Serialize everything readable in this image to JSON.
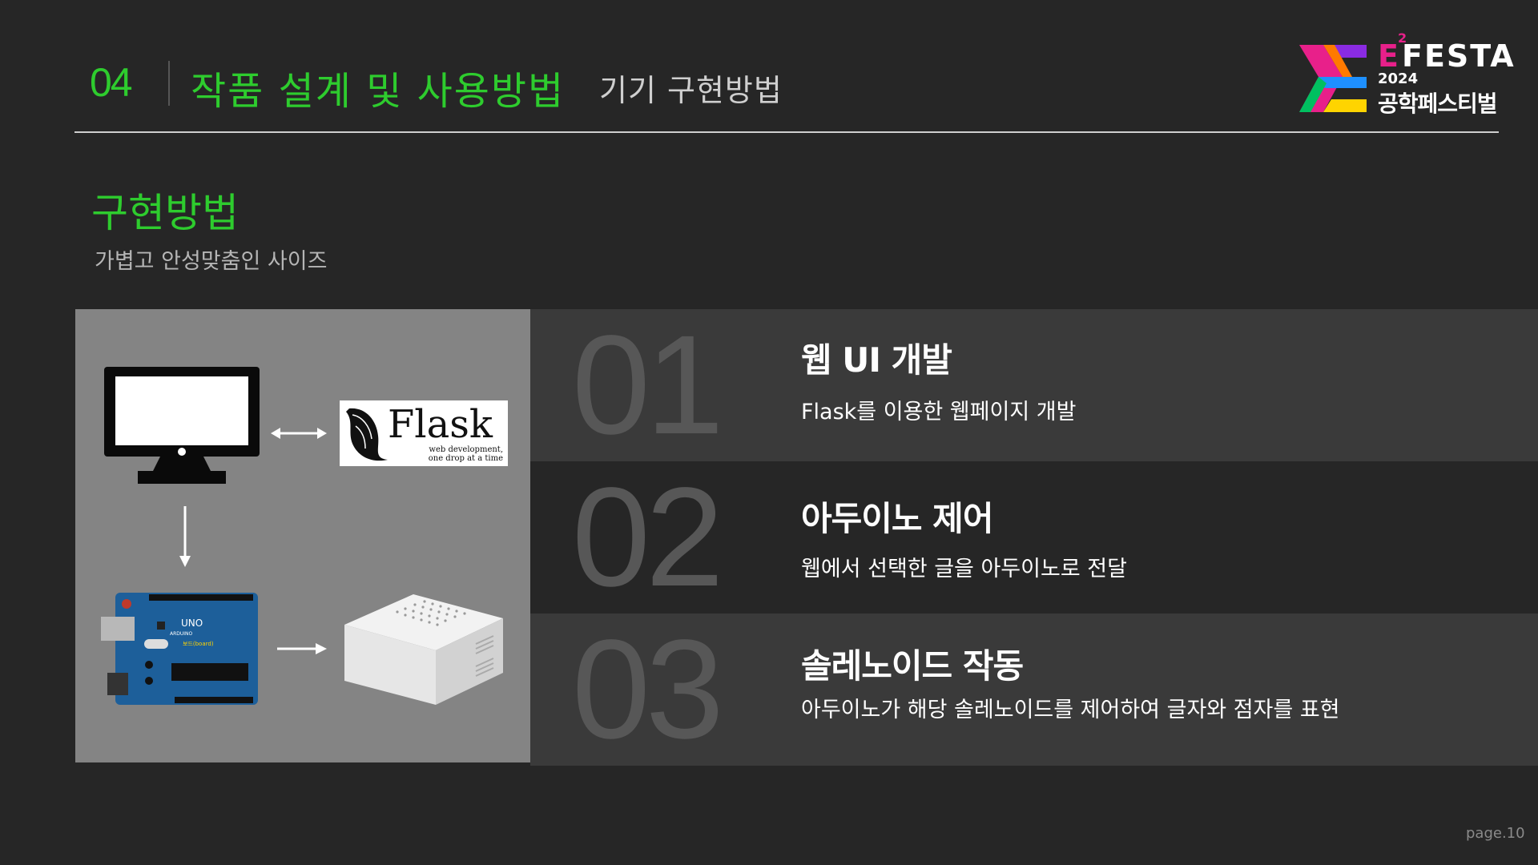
{
  "header": {
    "section_number": "04",
    "section_title": "작품 설계 및 사용방법",
    "section_subtitle": "기기 구현방법"
  },
  "logo": {
    "e_letter": "E",
    "superscript": "2",
    "festa": "FESTA",
    "year": "2024",
    "korean_name": "공학페스티벌"
  },
  "content": {
    "heading": "구현방법",
    "subheading": "가볍고 안성맞춤인 사이즈"
  },
  "diagram": {
    "flask_logo": {
      "name": "Flask",
      "tagline_1": "web development,",
      "tagline_2": "one drop at a time"
    },
    "arduino": {
      "model": "UNO",
      "brand": "ARDUINO",
      "board_label": "보드(board)"
    }
  },
  "steps": [
    {
      "number": "01",
      "title": "웹 UI 개발",
      "description": "Flask를 이용한 웹페이지 개발"
    },
    {
      "number": "02",
      "title": "아두이노 제어",
      "description": "웹에서 선택한 글을 아두이노로 전달"
    },
    {
      "number": "03",
      "title": "솔레노이드 작동",
      "description": "아두이노가 해당 솔레노이드를 제어하여 글자와 점자를 표현"
    }
  ],
  "footer": {
    "page": "page.10"
  },
  "colors": {
    "background": "#262626",
    "accent_green": "#2ecc2e",
    "row_light": "#3a3a3a",
    "panel_gray": "#848484"
  }
}
